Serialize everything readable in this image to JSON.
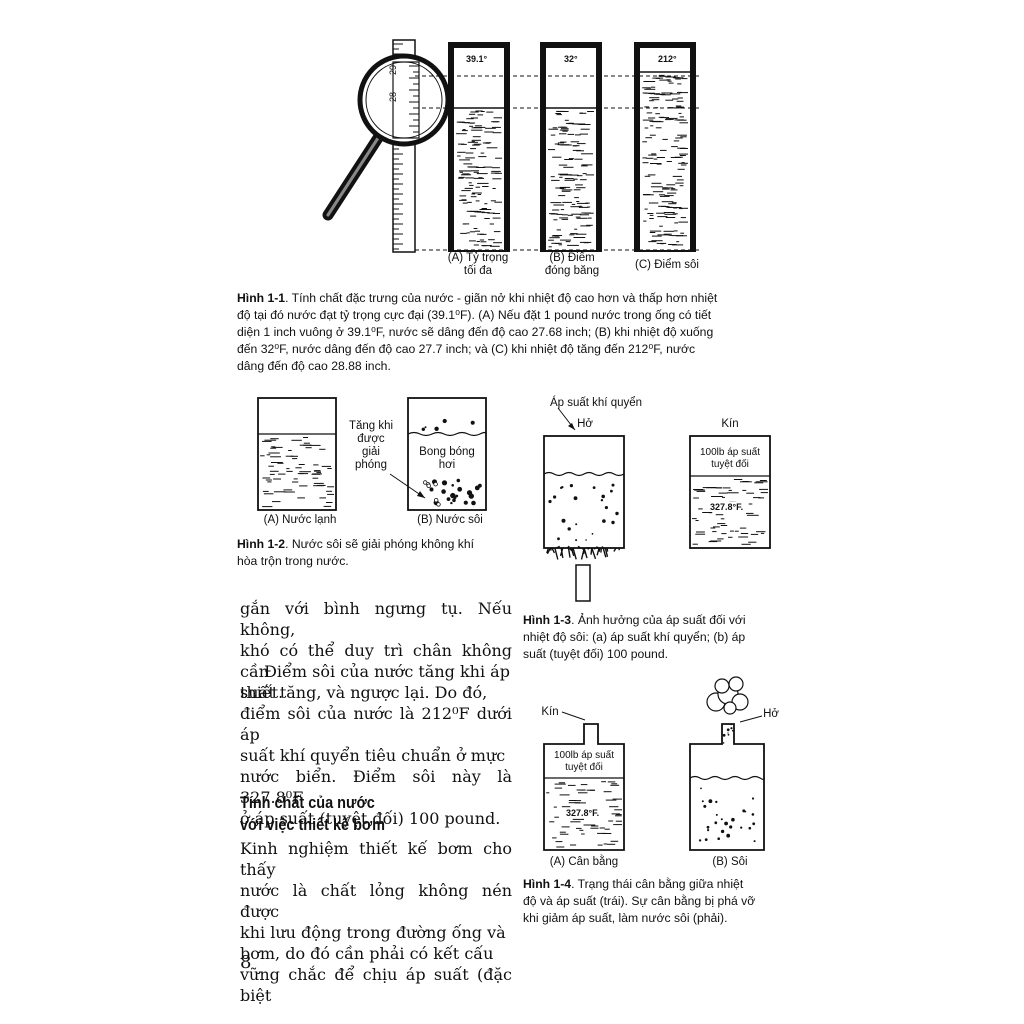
{
  "fig1": {
    "tubes": [
      {
        "temp": "39.1°",
        "label_lines": [
          "(A) Tỷ trọng",
          "tối đa"
        ]
      },
      {
        "temp": "32°",
        "label_lines": [
          "(B) Điểm",
          "đóng băng"
        ]
      },
      {
        "temp": "212°",
        "label_lines": [
          "(C) Điểm sôi"
        ]
      }
    ],
    "ruler_marks": [
      "29",
      "28"
    ],
    "caption_label": "Hình 1-1",
    "caption_lines": [
      ". Tính chất đặc trưng của nước - giãn nở khi nhiệt độ cao hơn và thấp hơn  nhiệt",
      "độ tại đó nước đạt tỷ trọng cực đại (39.1⁰F). (A) Nếu đặt 1 pound nước trong ống có tiết",
      "diện 1 inch vuông ở 39.1⁰F, nước sẽ dâng đến độ cao 27.68 inch; (B) khi nhiệt độ xuống",
      "đến 32⁰F, nước dâng đến độ cao 27.7 inch; và (C) khi nhiệt độ tăng đến 212⁰F, nước",
      "dâng đến độ cao 28.88 inch."
    ]
  },
  "fig2": {
    "annot_lines": [
      "Tăng khi",
      "được",
      "giải",
      "phóng"
    ],
    "bubble_label_lines": [
      "Bong bóng",
      "hơi"
    ],
    "label_a": "(A) Nước lạnh",
    "label_b": "(B) Nước sôi",
    "caption_label": "Hình 1-2",
    "caption_lines": [
      ". Nước sôi sẽ giải phóng không khí",
      "hòa trộn trong nước."
    ]
  },
  "fig3": {
    "atm_label": "Áp suất khí quyển",
    "open_label": "Hở",
    "closed_label": "Kín",
    "gauge_lines": [
      "100lb áp suất",
      "tuyệt đối"
    ],
    "temp": "327.8°F.",
    "caption_label": "Hình 1-3",
    "caption_lines": [
      ". Ảnh hưởng của áp suất đối với",
      "nhiệt độ sôi: (a) áp suất khí quyển; (b) áp",
      "suất (tuyệt đối) 100 pound."
    ]
  },
  "fig4": {
    "closed_label": "Kín",
    "open_label": "Hở",
    "gauge_lines": [
      "100lb áp suất",
      "tuyệt đối"
    ],
    "temp": "327.8°F.",
    "label_a": "(A) Cân bằng",
    "label_b": "(B) Sôi",
    "caption_label": "Hình 1-4",
    "caption_lines": [
      ". Trạng thái cân bằng giữa nhiệt",
      "độ và áp suất (trái). Sự cân bằng bị phá vỡ",
      "khi giảm áp suất, làm nước sôi (phải)."
    ]
  },
  "body": {
    "para1_lines": [
      "gắn với bình ngưng tụ. Nếu không,",
      "khó có thể duy trì chân không cần",
      "thiết."
    ],
    "para2_lines": [
      "Điểm sôi của nước tăng khi áp",
      "suất tăng, và ngược lại. Do đó,",
      "điểm sôi của nước là 212⁰F dưới áp",
      "suất khí quyển tiêu chuẩn ở mực",
      "nước biển. Điểm sôi này là 327.8⁰F",
      "ở áp suất (tuyệt đối) 100 pound."
    ],
    "heading_lines": [
      "Tính chất của nước",
      "với việc thiết kế bơm"
    ],
    "para3_lines": [
      "Kinh nghiệm thiết kế bơm cho thấy",
      "nước là chất lỏng không nén được",
      "khi lưu động trong đường ống và",
      "bơm, do đó cần phải có kết cấu",
      "vững chắc để chịu áp suất (đặc biệt"
    ]
  },
  "page_number": "8"
}
